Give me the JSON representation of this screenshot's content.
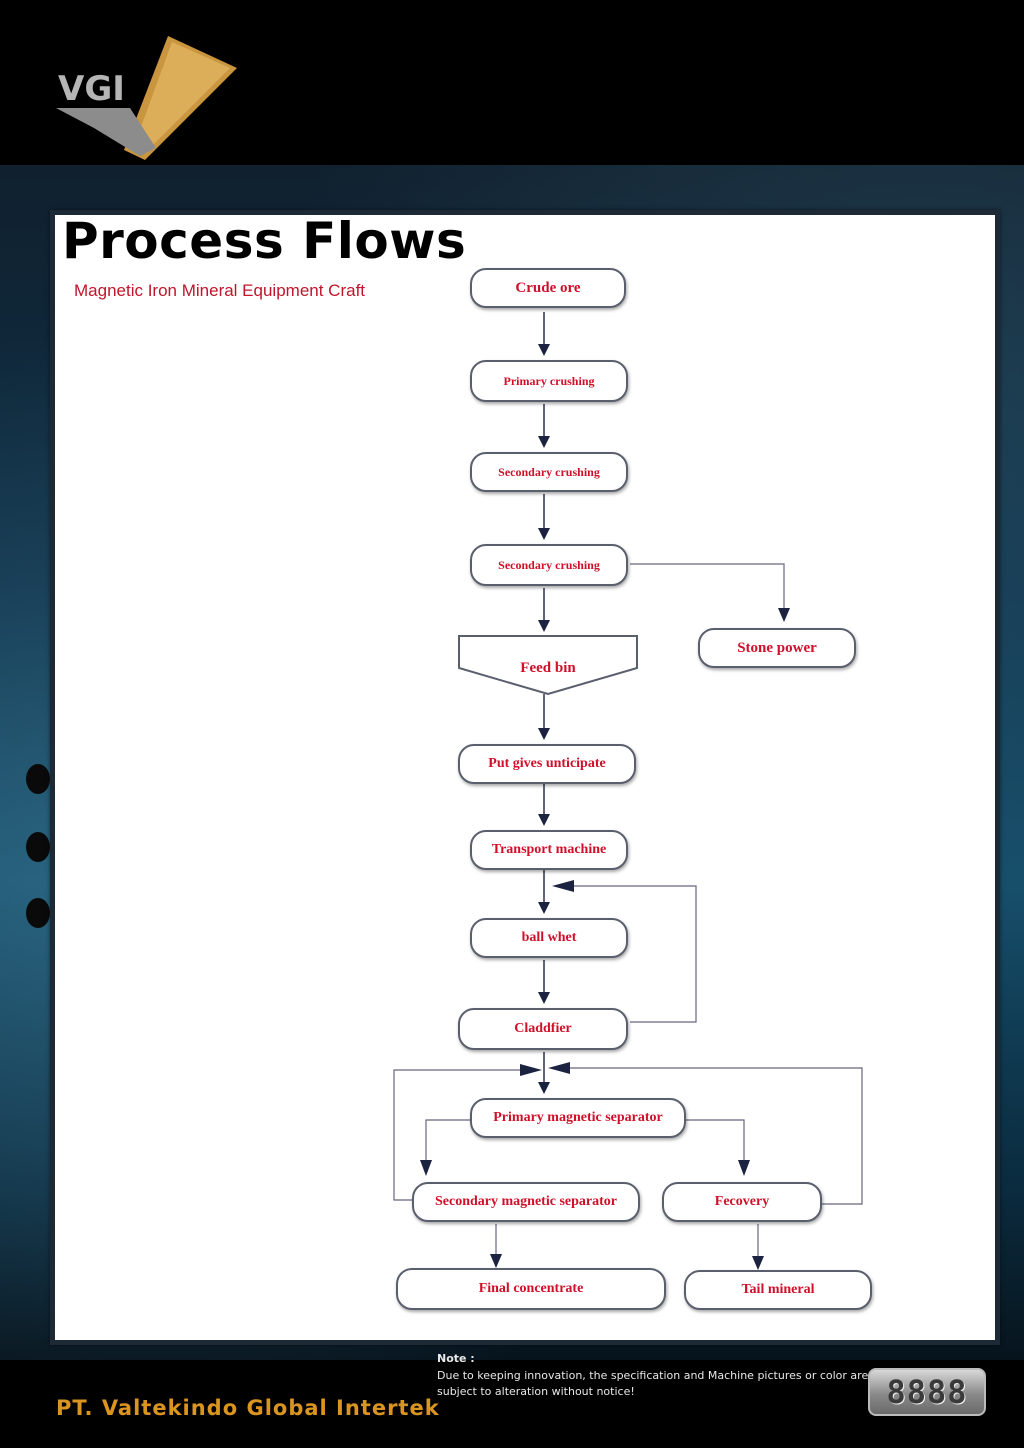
{
  "brand": {
    "logo_text": "VGI"
  },
  "page": {
    "title": "Process Flows",
    "subtitle": "Magnetic Iron Mineral Equipment Craft"
  },
  "flow": {
    "crude_ore": "Crude ore",
    "primary_crushing": "Primary crushing",
    "secondary_crushing_1": "Secondary  crushing",
    "secondary_crushing_2": "Secondary  crushing",
    "stone_power": "Stone  power",
    "feed_bin": "Feed bin",
    "put_gives": "Put gives unticipate",
    "transport_machine": "Transport machine",
    "ball_whet": "ball   whet",
    "claddfier": "Claddfier",
    "primary_magnetic_separator": "Primary magnetic separator",
    "secondary_magnetic_separator": "Secondary magnetic separator",
    "fecovery": "Fecovery",
    "final_concentrate": "Final concentrate",
    "tail_mineral": "Tail mineral"
  },
  "footer": {
    "company": "PT. Valtekindo Global Intertek",
    "note_title": "Note :",
    "note_text": "Due to keeping innovation, the specification and Machine pictures or color are subject to alteration without notice!",
    "badge": "8888"
  },
  "colors": {
    "node_text": "#d0102a",
    "accent_gold": "#d9951f",
    "arrow": "#1c2340",
    "line": "#6a6480"
  }
}
